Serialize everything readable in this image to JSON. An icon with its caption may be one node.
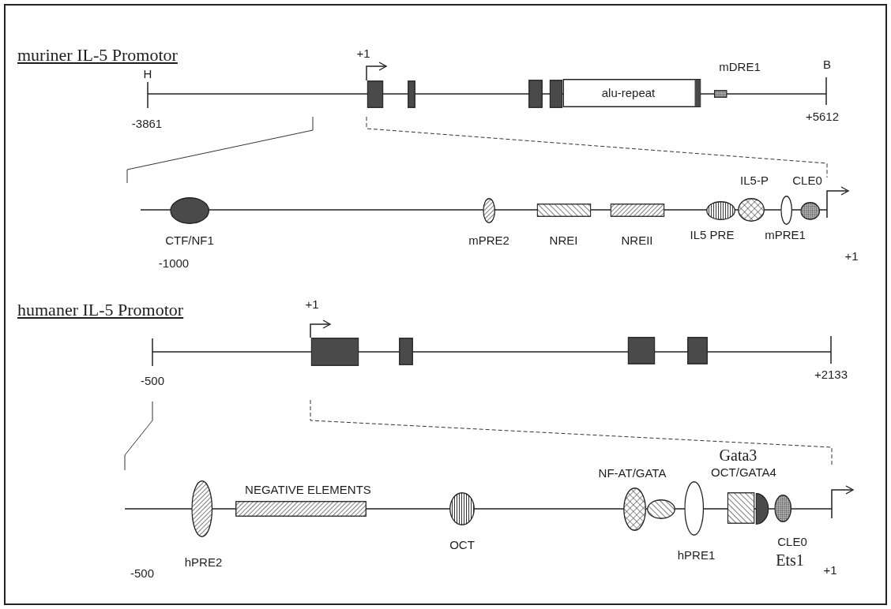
{
  "diagram": {
    "nodes": [
      {
        "text": [],
        "shape": "box"
      },
      {
        "text": [],
        "shape": "box"
      },
      {
        "text": [],
        "shape": "box"
      },
      {
        "text": [],
        "shape": "box"
      },
      {
        "text": [
          "alu-repeat"
        ]
      },
      {
        "text": [
          "mDRE1"
        ]
      },
      {
        "text": [
          "CTF/NF1"
        ]
      },
      {
        "text": [
          "mPRE2"
        ]
      },
      {
        "text": [
          "NREI"
        ]
      },
      {
        "text": [
          "NREII"
        ]
      },
      {
        "text": [
          "IL5 PRE"
        ]
      },
      {
        "text": [
          "IL5-P"
        ]
      },
      {
        "text": [
          "mPRE1"
        ]
      },
      {
        "text": [
          "CLE0"
        ]
      },
      {
        "text": [],
        "shape": "box"
      },
      {
        "text": [],
        "shape": "box"
      },
      {
        "text": [],
        "shape": "box"
      },
      {
        "text": [],
        "shape": "box"
      },
      {
        "text": [
          "hPRE2"
        ]
      },
      {
        "text": [
          "NEGATIVE ELEMENTS"
        ]
      },
      {
        "text": [
          "OCT"
        ]
      },
      {
        "text": [
          "NF-AT/GATA"
        ]
      },
      {
        "text": [],
        "shape": "ellipse"
      },
      {
        "text": [
          "hPRE1"
        ]
      },
      {
        "text": [
          "Gata3",
          "OCT/GATA4"
        ]
      },
      {
        "text": [],
        "shape": "semicircle"
      },
      {
        "text": [
          "CLE0",
          "Ets1"
        ]
      }
    ],
    "labels": [
      "muriner IL-5 Promotor",
      "H",
      "+1",
      "B",
      "-3861",
      "+5612",
      "-1000",
      "+1",
      "humaner IL-5 Promotor",
      "+1",
      "-500",
      "+2133",
      "-500",
      "+1"
    ]
  }
}
